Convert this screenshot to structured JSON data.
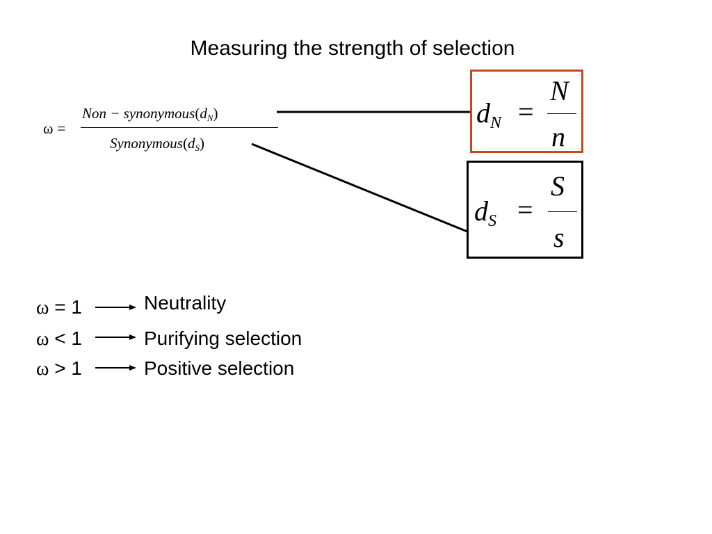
{
  "title": "Measuring the strength of selection",
  "omega_formula": {
    "lhs": "ω =",
    "numerator_text": "Non − synonymous",
    "numerator_paren_open": "(",
    "numerator_var": "d",
    "numerator_sub": "N",
    "numerator_paren_close": ")",
    "denominator_text": "Synonymous",
    "denominator_paren_open": "(",
    "denominator_var": "d",
    "denominator_sub": "S",
    "denominator_paren_close": ")"
  },
  "dn_box": {
    "var": "d",
    "sub": "N",
    "eq": "=",
    "numerator": "N",
    "denominator": "n",
    "border_color": "#c8461c"
  },
  "ds_box": {
    "var": "d",
    "sub": "S",
    "eq": "=",
    "numerator": "S",
    "denominator": "s",
    "border_color": "#000000"
  },
  "conditions": [
    {
      "omega": "ω",
      "relation": "= 1",
      "meaning": "Neutrality"
    },
    {
      "omega": "ω",
      "relation": "< 1",
      "meaning": "Purifying selection"
    },
    {
      "omega": "ω",
      "relation": "> 1",
      "meaning": "Positive selection"
    }
  ]
}
